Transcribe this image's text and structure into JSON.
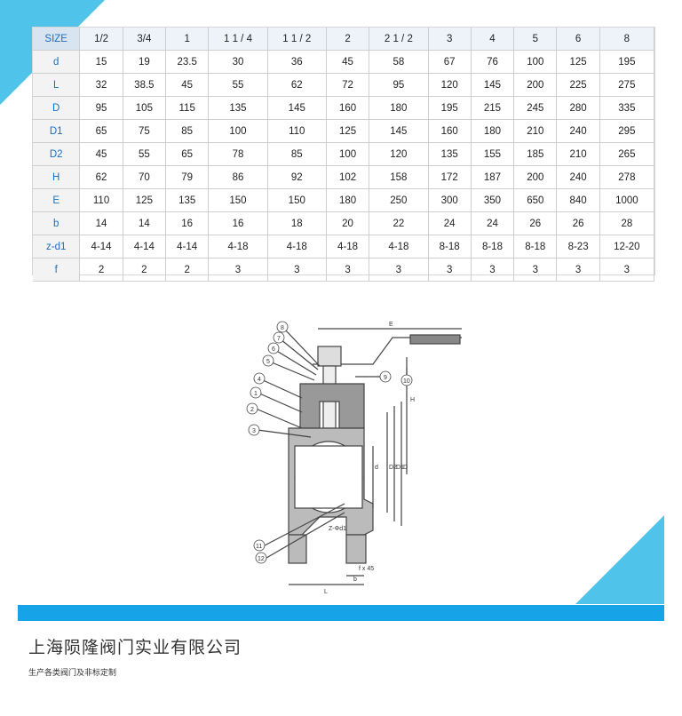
{
  "table": {
    "rows": [
      {
        "header": "SIZE",
        "cells": [
          "1/2",
          "3/4",
          "1",
          "1 1 / 4",
          "1 1 / 2",
          "2",
          "2 1 / 2",
          "3",
          "4",
          "5",
          "6",
          "8"
        ]
      },
      {
        "header": "d",
        "cells": [
          "15",
          "19",
          "23.5",
          "30",
          "36",
          "45",
          "58",
          "67",
          "76",
          "100",
          "125",
          "195"
        ]
      },
      {
        "header": "L",
        "cells": [
          "32",
          "38.5",
          "45",
          "55",
          "62",
          "72",
          "95",
          "120",
          "145",
          "200",
          "225",
          "275"
        ]
      },
      {
        "header": "D",
        "cells": [
          "95",
          "105",
          "115",
          "135",
          "145",
          "160",
          "180",
          "195",
          "215",
          "245",
          "280",
          "335"
        ]
      },
      {
        "header": "D1",
        "cells": [
          "65",
          "75",
          "85",
          "100",
          "110",
          "125",
          "145",
          "160",
          "180",
          "210",
          "240",
          "295"
        ]
      },
      {
        "header": "D2",
        "cells": [
          "45",
          "55",
          "65",
          "78",
          "85",
          "100",
          "120",
          "135",
          "155",
          "185",
          "210",
          "265"
        ]
      },
      {
        "header": "H",
        "cells": [
          "62",
          "70",
          "79",
          "86",
          "92",
          "102",
          "158",
          "172",
          "187",
          "200",
          "240",
          "278"
        ]
      },
      {
        "header": "E",
        "cells": [
          "110",
          "125",
          "135",
          "150",
          "150",
          "180",
          "250",
          "300",
          "350",
          "650",
          "840",
          "1000"
        ]
      },
      {
        "header": "b",
        "cells": [
          "14",
          "14",
          "16",
          "16",
          "18",
          "20",
          "22",
          "24",
          "24",
          "26",
          "26",
          "28"
        ]
      },
      {
        "header": "z-d1",
        "cells": [
          "4-14",
          "4-14",
          "4-14",
          "4-18",
          "4-18",
          "4-18",
          "4-18",
          "8-18",
          "8-18",
          "8-18",
          "8-23",
          "12-20"
        ]
      },
      {
        "header": "f",
        "cells": [
          "2",
          "2",
          "2",
          "3",
          "3",
          "3",
          "3",
          "3",
          "3",
          "3",
          "3",
          "3"
        ]
      }
    ]
  },
  "drawing": {
    "dimension_labels": {
      "E": "E",
      "H": "H",
      "D": "D",
      "D1": "D1",
      "D2": "D2",
      "d": "d",
      "L": "L",
      "b": "b",
      "f45": "f x 45",
      "zd1": "Z-Φd1"
    },
    "part_numbers": [
      "1",
      "2",
      "3",
      "4",
      "5",
      "6",
      "7",
      "8",
      "9",
      "10",
      "11",
      "12"
    ]
  },
  "footer": {
    "company": "上海陨隆阀门实业有限公司",
    "tagline": "生产各类阀门及非标定制"
  },
  "colors": {
    "accent": "#17a3e8",
    "triangle": "#4fc3ea",
    "header_text": "#1a6fc0"
  }
}
